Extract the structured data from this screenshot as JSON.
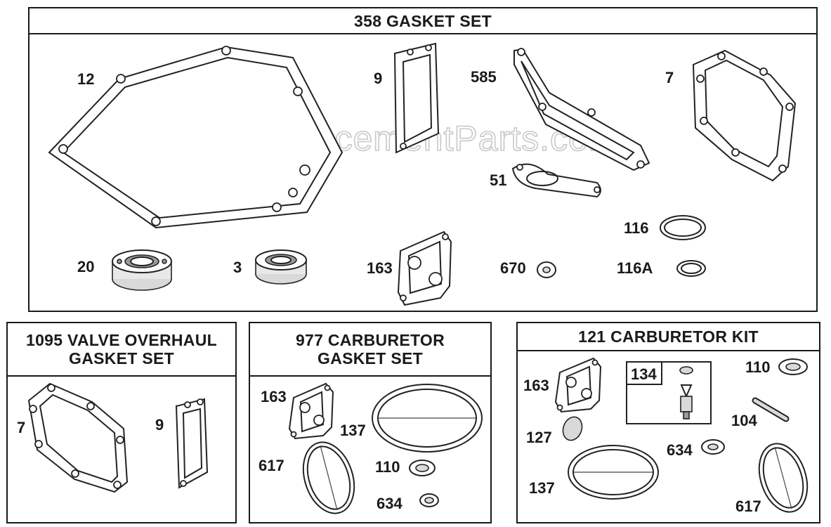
{
  "watermark": "eReplacementParts.com",
  "panels": {
    "gasket_set": {
      "title": "358 GASKET SET",
      "labels": {
        "p12": "12",
        "p9": "9",
        "p585": "585",
        "p7": "7",
        "p51": "51",
        "p116": "116",
        "p116a": "116A",
        "p20": "20",
        "p3": "3",
        "p163": "163",
        "p670": "670"
      }
    },
    "valve_overhaul": {
      "title_line1": "1095 VALVE OVERHAUL",
      "title_line2": "GASKET SET",
      "labels": {
        "p7": "7",
        "p9": "9"
      }
    },
    "carb_gasket": {
      "title_line1": "977 CARBURETOR",
      "title_line2": "GASKET SET",
      "labels": {
        "p163": "163",
        "p137": "137",
        "p617": "617",
        "p110": "110",
        "p634": "634"
      }
    },
    "carb_kit": {
      "title": "121 CARBURETOR KIT",
      "labels": {
        "p163": "163",
        "p134": "134",
        "p110": "110",
        "p127": "127",
        "p104": "104",
        "p634": "634",
        "p137": "137",
        "p617": "617"
      }
    }
  }
}
